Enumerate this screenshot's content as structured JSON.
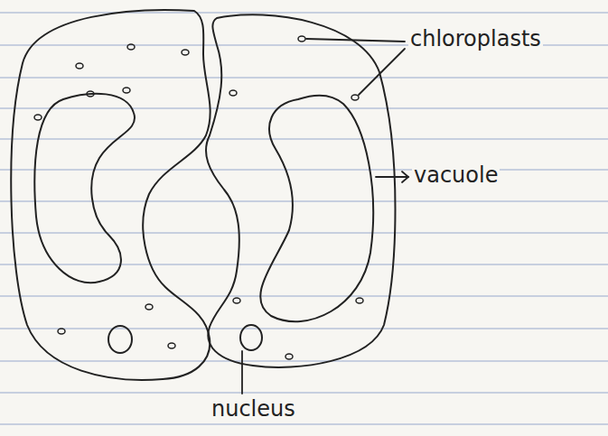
{
  "diagram": {
    "labels": [
      "chloroplasts",
      "vacuole",
      "nucleus"
    ]
  }
}
